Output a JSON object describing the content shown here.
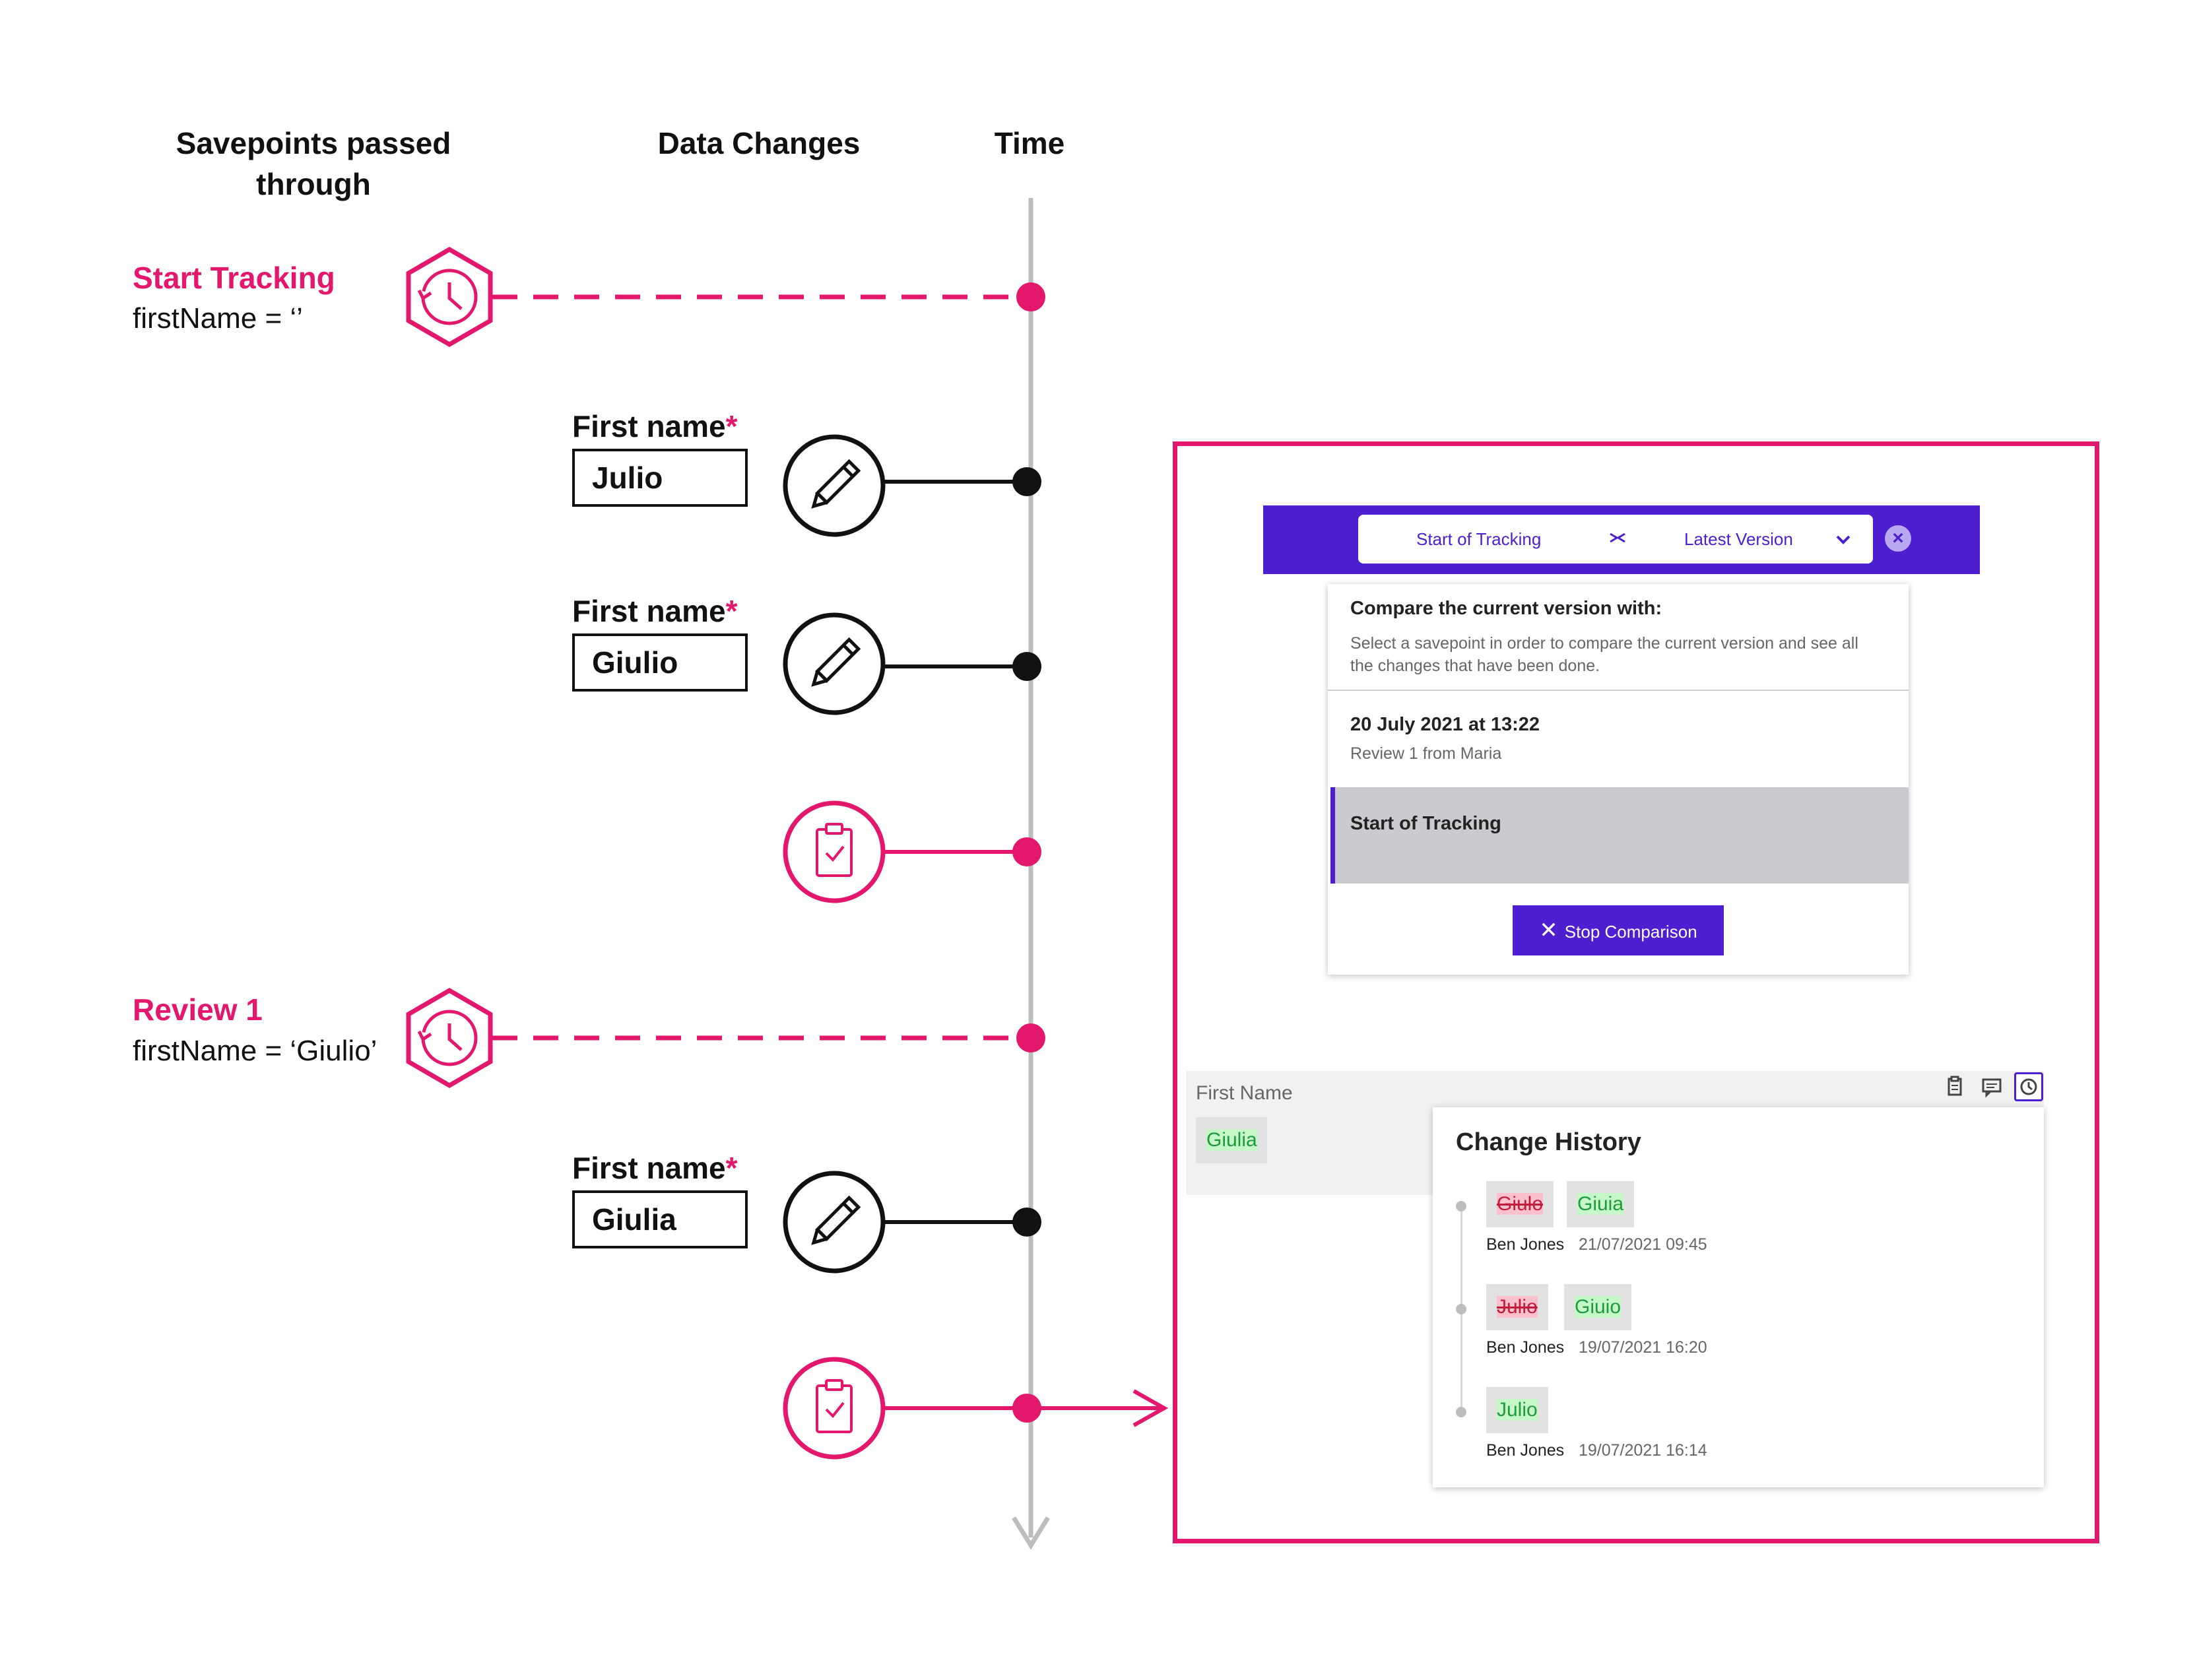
{
  "columns": {
    "savepoints": "Savepoints passed through",
    "data_changes": "Data Changes",
    "time": "Time"
  },
  "savepoints": [
    {
      "title": "Start Tracking",
      "value": "firstName = ‘’"
    },
    {
      "title": "Review 1",
      "value": "firstName = ‘Giulio’"
    }
  ],
  "data_changes": [
    {
      "label": "First name",
      "required": "*",
      "value": "Julio"
    },
    {
      "label": "First name",
      "required": "*",
      "value": "Giulio"
    },
    {
      "label": "First name",
      "required": "*",
      "value": "Giulia"
    }
  ],
  "colors": {
    "accent": "#e3186d",
    "primary": "#4d1fd0",
    "line": "#bdbdbd"
  },
  "comparison": {
    "from": "Start of Tracking",
    "to": "Latest Version",
    "close_icon": "close-icon",
    "panel_title": "Compare the current version with:",
    "panel_desc": "Select a savepoint in order to compare the current version and see all the changes that have been done.",
    "items": [
      {
        "title": "20 July 2021 at 13:22",
        "subtitle": "Review 1 from Maria"
      },
      {
        "title": "Start of Tracking",
        "subtitle": ""
      }
    ],
    "stop_button": "Stop Comparison"
  },
  "field": {
    "label": "First Name",
    "value": "Giulia",
    "icons": [
      "clipboard-icon",
      "comment-icon",
      "history-icon"
    ]
  },
  "change_history": {
    "title": "Change History",
    "entries": [
      {
        "old": "Giulo",
        "new": "Giuia",
        "user": "Ben Jones",
        "time": "21/07/2021 09:45"
      },
      {
        "old": "Julio",
        "new": "Giuio",
        "user": "Ben Jones",
        "time": "19/07/2021 16:20"
      },
      {
        "old": "",
        "new": "Julio",
        "user": "Ben Jones",
        "time": "19/07/2021 16:14"
      }
    ]
  }
}
